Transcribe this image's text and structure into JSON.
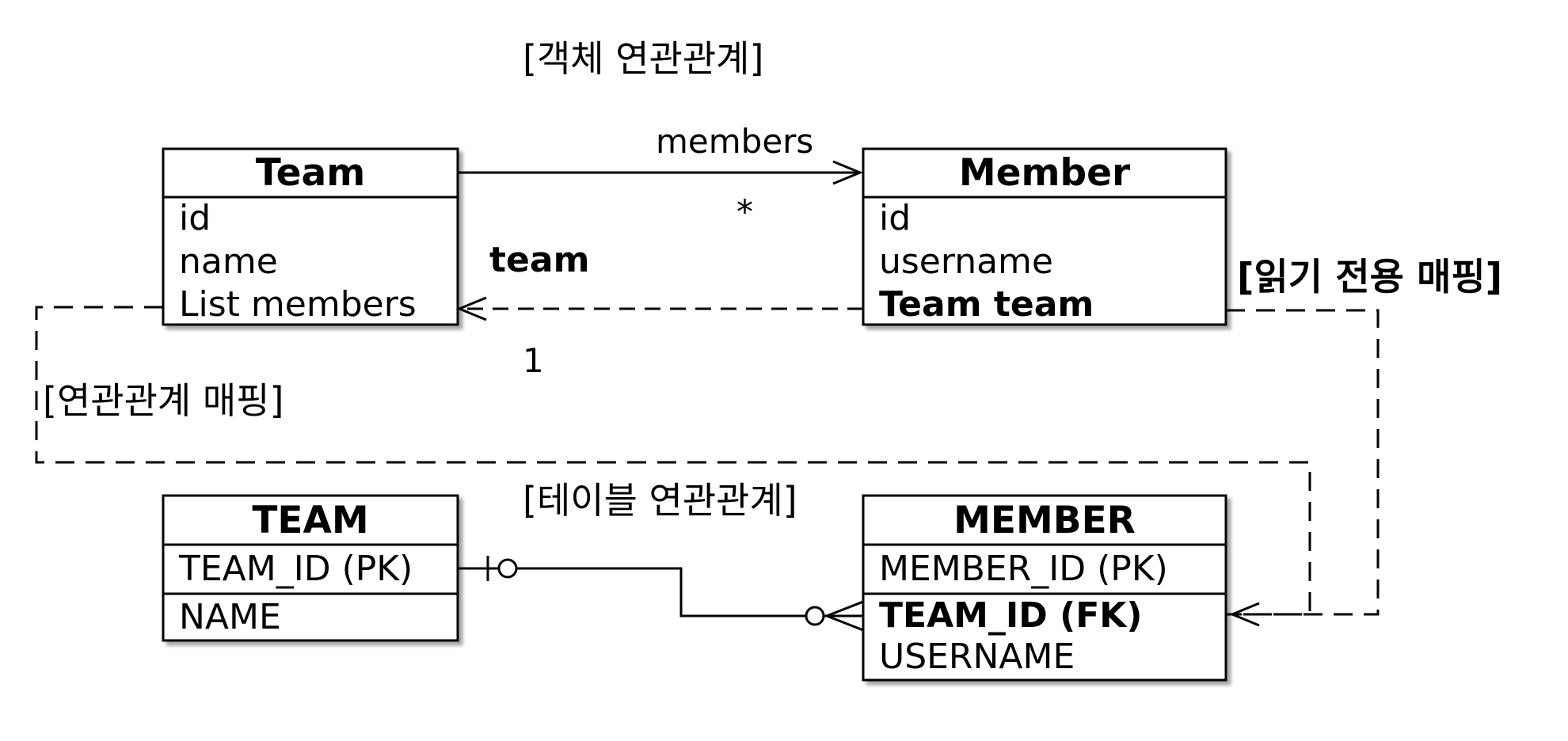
{
  "titles": {
    "object_relationship": "[객체 연관관계]",
    "table_relationship": "[테이블 연관관계]",
    "relationship_mapping": "[연관관계 매핑]",
    "read_only_mapping": "[읽기 전용 매핑]"
  },
  "team_class": {
    "name": "Team",
    "fields": [
      "id",
      "name",
      "List members"
    ]
  },
  "member_class": {
    "name": "Member",
    "fields": [
      "id",
      "username",
      "Team team"
    ]
  },
  "team_table": {
    "name": "TEAM",
    "pk": "TEAM_ID (PK)",
    "columns": [
      "NAME"
    ]
  },
  "member_table": {
    "name": "MEMBER",
    "pk": "MEMBER_ID (PK)",
    "fk": "TEAM_ID (FK)",
    "columns": [
      "USERNAME"
    ]
  },
  "associations": {
    "members_label": "members",
    "team_label": "team",
    "many_multiplicity": "*",
    "one_multiplicity": "1"
  }
}
